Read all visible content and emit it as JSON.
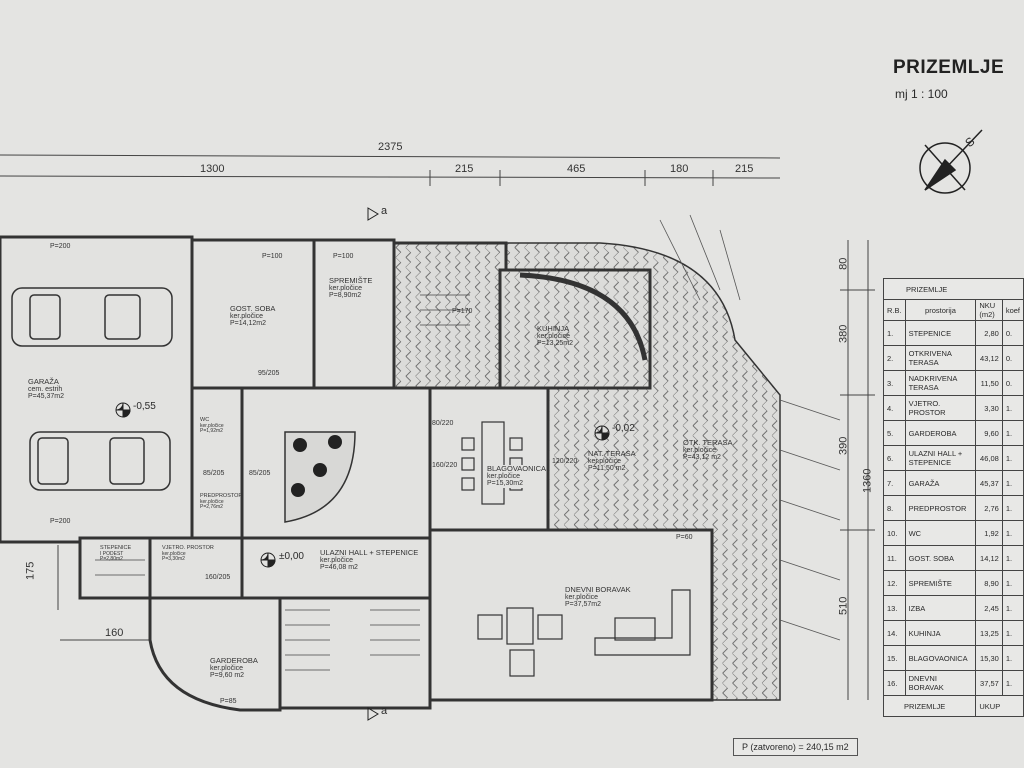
{
  "title": "PRIZEMLJE",
  "scale": "mj 1 : 100",
  "north_label": "S",
  "section_marker": "a",
  "dimensions": {
    "total_width": "2375",
    "chain": [
      "1300",
      "215",
      "465",
      "180",
      "215"
    ],
    "right_chain": [
      "80",
      "380",
      "390",
      "510"
    ],
    "right_total": "1360",
    "left_vertical": "175",
    "left_horizontal": "160"
  },
  "openings": [
    "P=200",
    "P=100",
    "P=100",
    "P=170",
    "P=200",
    "P=60",
    "P=85",
    "85/205",
    "85/205",
    "160/205",
    "120/220",
    "80/220",
    "160/220",
    "95/205"
  ],
  "levels": [
    "-0,55",
    "-0,02",
    "±0,00"
  ],
  "rooms": [
    {
      "name": "GARAŽA",
      "finish": "cem. estrih",
      "area": "P=45,37m2"
    },
    {
      "name": "GOST. SOBA",
      "finish": "ker.pločice",
      "area": "P=14,12m2"
    },
    {
      "name": "SPREMIŠTE",
      "finish": "ker.pločice",
      "area": "P=8,90m2"
    },
    {
      "name": "KUHINJA",
      "finish": "ker.pločice",
      "area": "P=13,25m2"
    },
    {
      "name": "BLAGOVAONICA",
      "finish": "ker.pločice",
      "area": "P=15,30m2"
    },
    {
      "name": "NAT. TERASA",
      "finish": "ker.pločice",
      "area": "P=11,50 m2"
    },
    {
      "name": "OTK. TERASA",
      "finish": "ker.pločice",
      "area": "P=43,12 m2"
    },
    {
      "name": "ULAZNI HALL + STEPENICE",
      "finish": "ker.pločice",
      "area": "P=46,08 m2"
    },
    {
      "name": "DNEVNI BORAVAK",
      "finish": "ker.pločice",
      "area": "P=37,57m2"
    },
    {
      "name": "GARDEROBA",
      "finish": "ker.pločice",
      "area": "P=9,60 m2"
    },
    {
      "name": "PREDPROSTOR",
      "finish": "ker.pločice",
      "area": "P=2,76m2"
    },
    {
      "name": "VJETRO. PROSTOR",
      "finish": "ker.pločice",
      "area": "P=3,30m2"
    },
    {
      "name": "WC",
      "finish": "ker.pločice",
      "area": "P=1,92m2"
    },
    {
      "name": "STEPENICE",
      "finish": "I PODEST",
      "area": "P=2,80m2"
    }
  ],
  "legend": {
    "title": "PRIZEMLJE",
    "headers": [
      "R.B.",
      "prostorija",
      "NKU (m2)",
      "koef"
    ],
    "rows": [
      [
        "1.",
        "STEPENICE",
        "2,80",
        "0."
      ],
      [
        "2.",
        "OTKRIVENA TERASA",
        "43,12",
        "0."
      ],
      [
        "3.",
        "NADKRIVENA TERASA",
        "11,50",
        "0."
      ],
      [
        "4.",
        "VJETRO. PROSTOR",
        "3,30",
        "1."
      ],
      [
        "5.",
        "GARDEROBA",
        "9,60",
        "1."
      ],
      [
        "6.",
        "ULAZNI HALL + STEPENICE",
        "46,08",
        "1."
      ],
      [
        "7.",
        "GARAŽA",
        "45,37",
        "1."
      ],
      [
        "8.",
        "PREDPROSTOR",
        "2,76",
        "1."
      ],
      [
        "10.",
        "WC",
        "1,92",
        "1."
      ],
      [
        "11.",
        "GOST. SOBA",
        "14,12",
        "1."
      ],
      [
        "12.",
        "SPREMIŠTE",
        "8,90",
        "1."
      ],
      [
        "13.",
        "IZBA",
        "2,45",
        "1."
      ],
      [
        "14.",
        "KUHINJA",
        "13,25",
        "1."
      ],
      [
        "15.",
        "BLAGOVAONICA",
        "15,30",
        "1."
      ],
      [
        "16.",
        "DNEVNI BORAVAK",
        "37,57",
        "1."
      ]
    ],
    "footer": [
      "PRIZEMLJE",
      "UKUP"
    ]
  },
  "total_closed": "P (zatvoreno) = 240,15 m2"
}
